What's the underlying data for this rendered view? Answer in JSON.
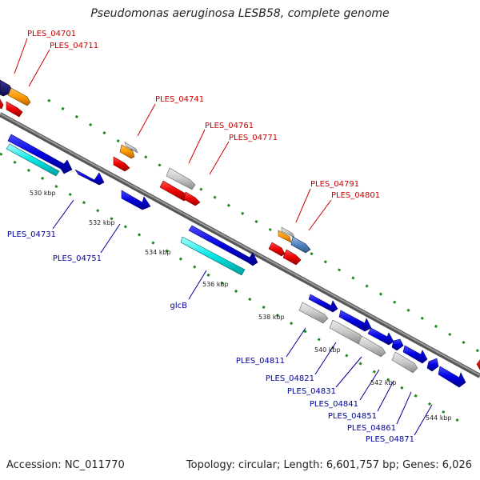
{
  "title": "Pseudomonas aeruginosa LESB58, complete genome",
  "footer": {
    "accession": "Accession: NC_011770",
    "stats": "Topology: circular; Length: 6,601,757 bp; Genes: 6,026"
  },
  "colors": {
    "backbone": "#808080",
    "tick": "#1a8a1a",
    "forward_label": "#cc0000",
    "reverse_label": "#000099",
    "scale_label": "#222222"
  },
  "scale_labels": [
    "530 kbp",
    "532 kbp",
    "534 kbp",
    "536 kbp",
    "538 kbp",
    "540 kbp",
    "542 kbp",
    "544 kbp"
  ],
  "forward_gene_labels": [
    "PLES_04701",
    "PLES_04711",
    "PLES_04741",
    "PLES_04761",
    "PLES_04771",
    "PLES_04791",
    "PLES_04801"
  ],
  "reverse_gene_labels": [
    "PLES_04731",
    "PLES_04751",
    "glcB",
    "PLES_04811",
    "PLES_04821",
    "PLES_04831",
    "PLES_04841",
    "PLES_04851",
    "PLES_04861",
    "PLES_04871"
  ]
}
